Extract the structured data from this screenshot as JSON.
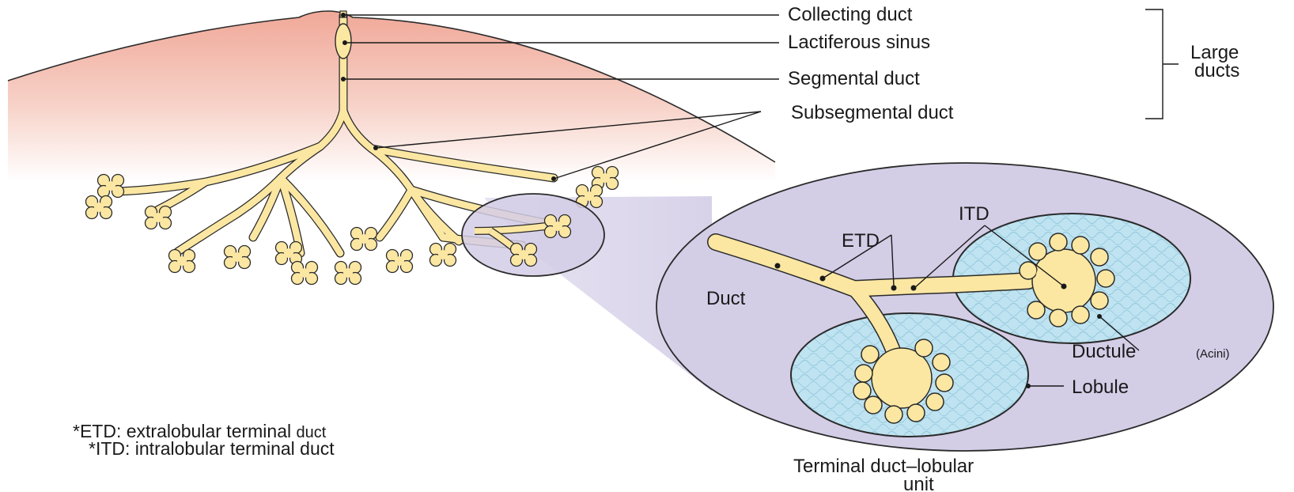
{
  "diagram": {
    "ducts_labels": {
      "collecting": "Collecting duct",
      "lactiferous": "Lactiferous sinus",
      "segmental": "Segmental duct",
      "subsegmental": "Subsegmental duct"
    },
    "bracket_label_line1": "Large",
    "bracket_label_line2": "ducts",
    "inset": {
      "itd": "ITD",
      "etd": "ETD",
      "duct": "Duct",
      "ductule": "Ductule",
      "acini": "(Acini)",
      "lobule": "Lobule"
    },
    "unit_line1": "Terminal duct–lobular",
    "unit_line2": "unit",
    "notes": {
      "etd_prefix": "*ETD: extralobular terminal ",
      "etd_suffix": "duct",
      "itd": "*ITD: intralobular terminal duct"
    },
    "colors": {
      "breast_top": "#f2b4a6",
      "duct_fill": "#fbe7a2",
      "duct_stroke": "#b09a55",
      "inset_fill": "#d3cde6",
      "lobule_fill": "#bfe3f0"
    }
  }
}
